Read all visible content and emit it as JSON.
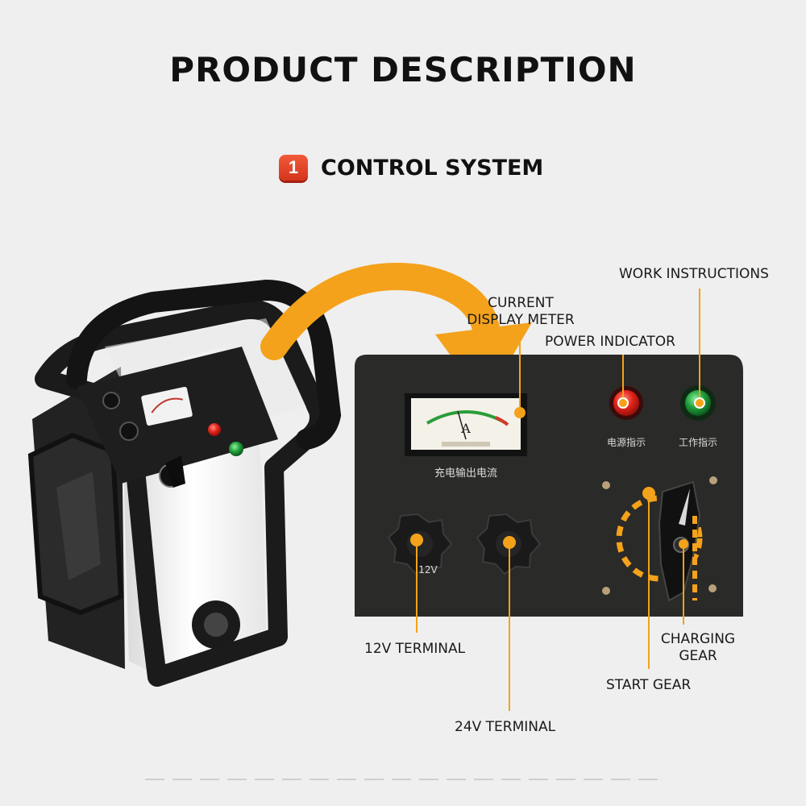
{
  "title": "PRODUCT DESCRIPTION",
  "section": {
    "number": "1",
    "label": "CONTROL SYSTEM"
  },
  "panel_text": {
    "meter_letter": "A",
    "meter_caption": "充电输出电流",
    "power_caption": "电源指示",
    "work_caption": "工作指示",
    "terminal_12v_mark": "12V"
  },
  "callouts": {
    "work_instructions": "WORK INSTRUCTIONS",
    "current_display_meter": "CURRENT\nDISPLAY METER",
    "power_indicator": "POWER INDICATOR",
    "terminal_12v": "12V TERMINAL",
    "terminal_24v": "24V TERMINAL",
    "charging_gear": "CHARGING\nGEAR",
    "start_gear": "START GEAR"
  },
  "colors": {
    "accent_orange": "#f4a21b",
    "badge_red": "#e2442a",
    "power_led": "#e3231b",
    "work_led": "#1f9e3a",
    "panel": "#2a2a28"
  }
}
